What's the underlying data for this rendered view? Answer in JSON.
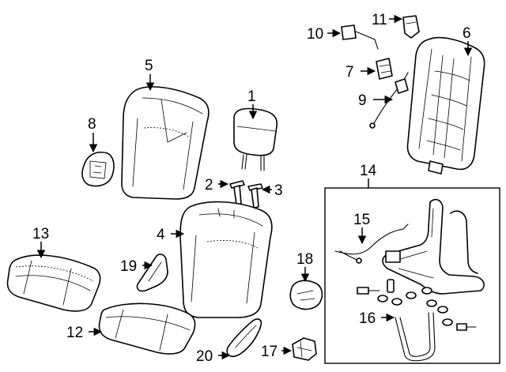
{
  "diagram": {
    "style": "exploded parts diagram (line art)",
    "colors": {
      "line": "#000000",
      "background": "#ffffff"
    },
    "callouts": {
      "c1": "1",
      "c2": "2",
      "c3": "3",
      "c4": "4",
      "c5": "5",
      "c6": "6",
      "c7": "7",
      "c8": "8",
      "c9": "9",
      "c10": "10",
      "c11": "11",
      "c12": "12",
      "c13": "13",
      "c14": "14",
      "c15": "15",
      "c16": "16",
      "c17": "17",
      "c18": "18",
      "c19": "19",
      "c20": "20"
    }
  }
}
